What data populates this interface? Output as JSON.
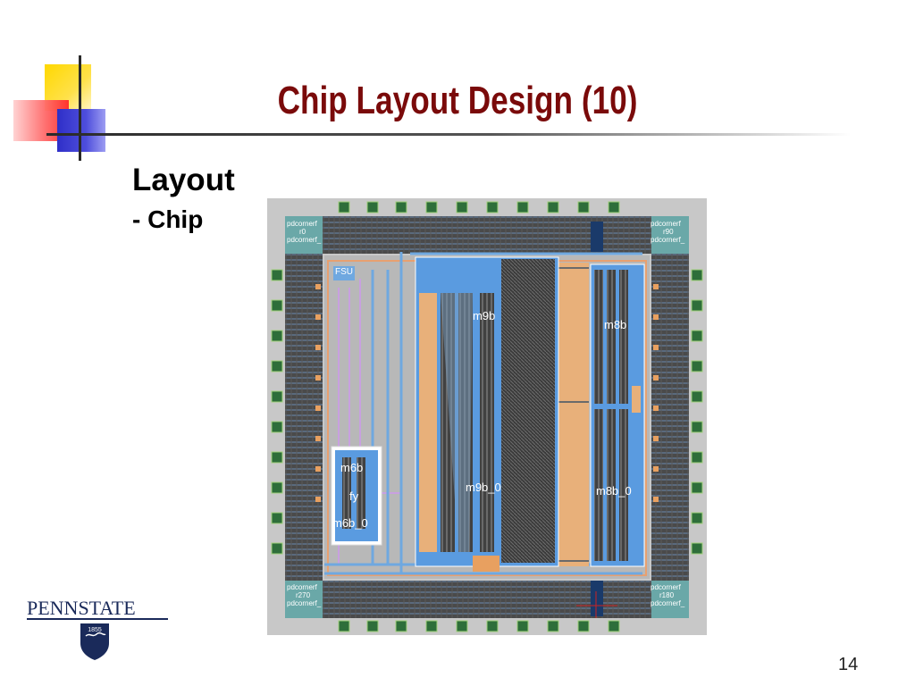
{
  "slide": {
    "title": "Chip Layout Design (10)",
    "heading": "Layout",
    "subheading": "- Chip",
    "page_number": "14"
  },
  "logo": {
    "wordmark": "PENNSTATE",
    "year": "1855"
  },
  "chip": {
    "blocks": {
      "m9b": "m9b",
      "m8b": "m8b",
      "m9b_0": "m9b_0",
      "m8b_0": "m8b_0",
      "m6b": "m6b",
      "fy": "fy",
      "m6b_0": "m6b_0",
      "fsu": "FSU"
    },
    "corners": {
      "top_left": [
        "pdcornerf",
        "r0",
        "pdcornerf_"
      ],
      "top_right": [
        "pdcornerf",
        "r90",
        "pdcornerf_"
      ],
      "bottom_left": [
        "pdcornerf",
        "r270",
        "pdcornerf_"
      ],
      "bottom_right": [
        "pdcornerf",
        "r180",
        "pdcornerf_"
      ]
    }
  },
  "colors": {
    "title": "#7a0a0a",
    "chip_background": "#c8c8c8",
    "metal_blue": "#5a9be0",
    "orange_block": "#e8b07a",
    "dark_block": "#3a3a3a"
  }
}
